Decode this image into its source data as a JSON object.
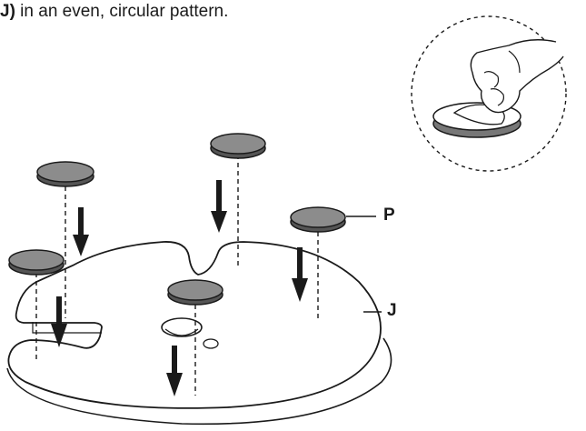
{
  "caption": {
    "bold_part": "J)",
    "rest": " in an even, circular pattern."
  },
  "labels": {
    "pad": "P",
    "plate": "J"
  },
  "colors": {
    "pad_fill": "#8c8c8c",
    "pad_edge": "#555555",
    "outline": "#1a1a1a",
    "background": "#ffffff"
  },
  "parts": {
    "pad_count": 5,
    "arrow_count": 5
  }
}
